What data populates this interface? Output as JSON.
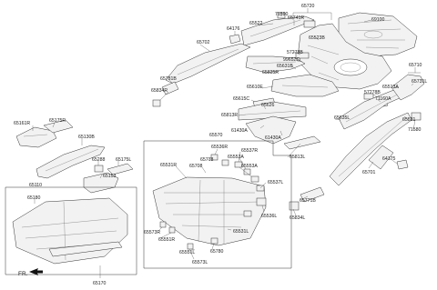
{
  "labels": {
    "l_65720": "65720",
    "l_65741R": "65741R",
    "l_71590": "71590",
    "l_65522": "65522",
    "l_64176": "64176",
    "l_65702": "65702",
    "l_65523B": "65523B",
    "l_69100": "69100",
    "l_57278B_top": "57278B",
    "l_99657C": "99657C",
    "l_65631B": "65631B",
    "l_65835R": "65835R",
    "l_65781B": "65781B",
    "l_65834R": "65834R",
    "l_65710": "65710",
    "l_65731L": "65731L",
    "l_65513A": "65513A",
    "l_57278B_mid": "57278B",
    "l_71160A": "71160A",
    "l_65610E": "65610E",
    "l_65615C": "65615C",
    "l_65626": "65626",
    "l_65813R": "65813R",
    "l_61430A_1": "61430A",
    "l_61430A_2": "61430A",
    "l_65635L": "65635L",
    "l_65521": "65521",
    "l_71580": "71580",
    "l_65161R": "65161R",
    "l_65175R": "65175R",
    "l_65130B": "65130B",
    "l_65570": "65570",
    "l_65536R": "65536R",
    "l_65537R": "65537R",
    "l_65553A_1": "65553A",
    "l_65553A_2": "65553A",
    "l_65718": "65718",
    "l_65708": "65708",
    "l_65531R": "65531R",
    "l_65813L": "65813L",
    "l_64175": "64175",
    "l_65701": "65701",
    "l_65288": "65288",
    "l_65153": "65153",
    "l_65175L": "65175L",
    "l_65537L": "65537L",
    "l_65110": "65110",
    "l_65180": "65180",
    "l_65536L": "65536L",
    "l_65771B": "65771B",
    "l_65834L": "65834L",
    "l_65573R": "65573R",
    "l_65551R": "65551R",
    "l_65531L": "65531L",
    "l_65551L": "65551L",
    "l_65780": "65780",
    "l_65573L": "65573L",
    "l_65170": "65170",
    "l_fr": "FR."
  }
}
